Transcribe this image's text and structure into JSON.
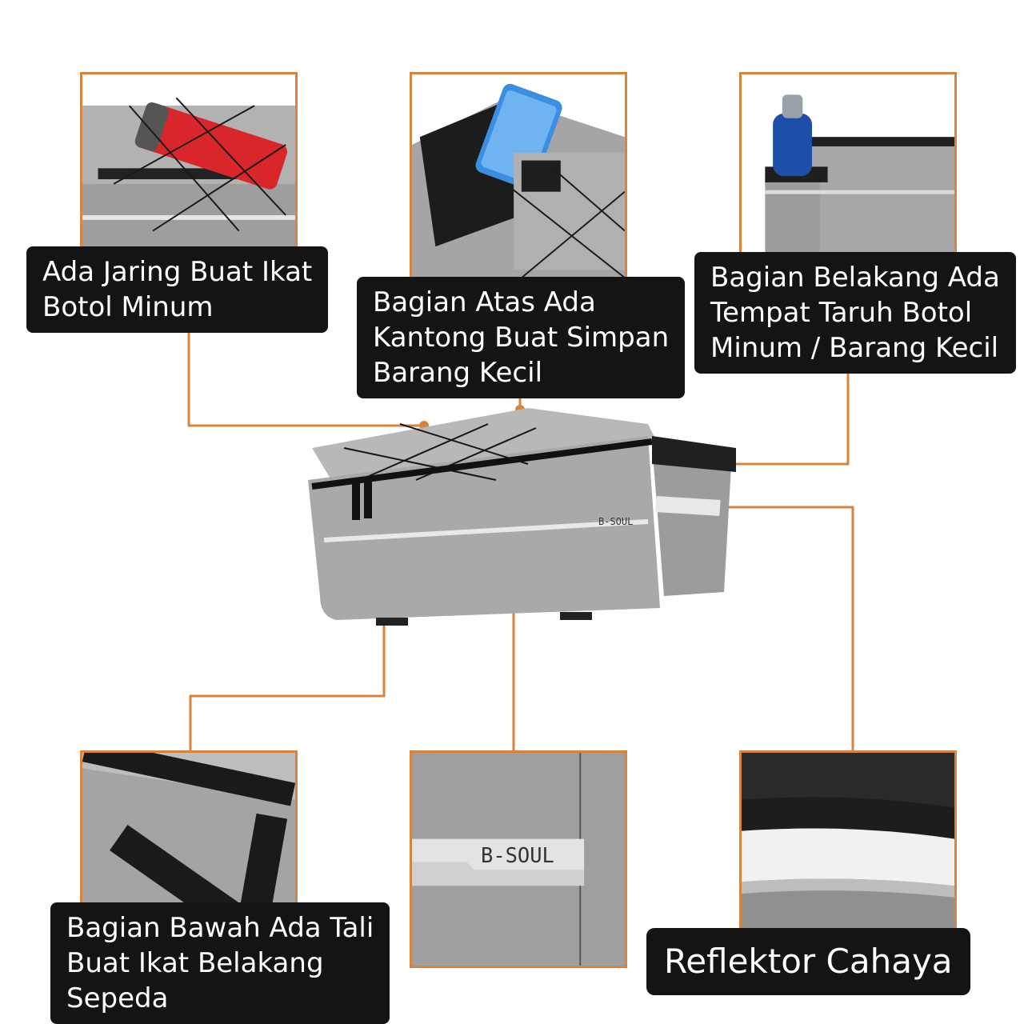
{
  "callouts": {
    "net": {
      "line1": "Ada Jaring Buat Ikat",
      "line2": "Botol Minum"
    },
    "top": {
      "line1": "Bagian Atas Ada",
      "line2": "Kantong Buat Simpan",
      "line3": "Barang Kecil"
    },
    "back": {
      "line1": "Bagian Belakang Ada",
      "line2": "Tempat Taruh Botol",
      "line3": "Minum / Barang Kecil"
    },
    "bottom": {
      "line1": "Bagian Bawah Ada Tali",
      "line2": "Buat Ikat Belakang",
      "line3": "Sepeda"
    },
    "reflector": {
      "line1": "Reflektor Cahaya"
    }
  },
  "brand": {
    "logo_text": "B-SOUL"
  },
  "colors": {
    "accent": "#d9843e",
    "label_bg": "#141414",
    "bag_gray": "#a8a8a8"
  }
}
